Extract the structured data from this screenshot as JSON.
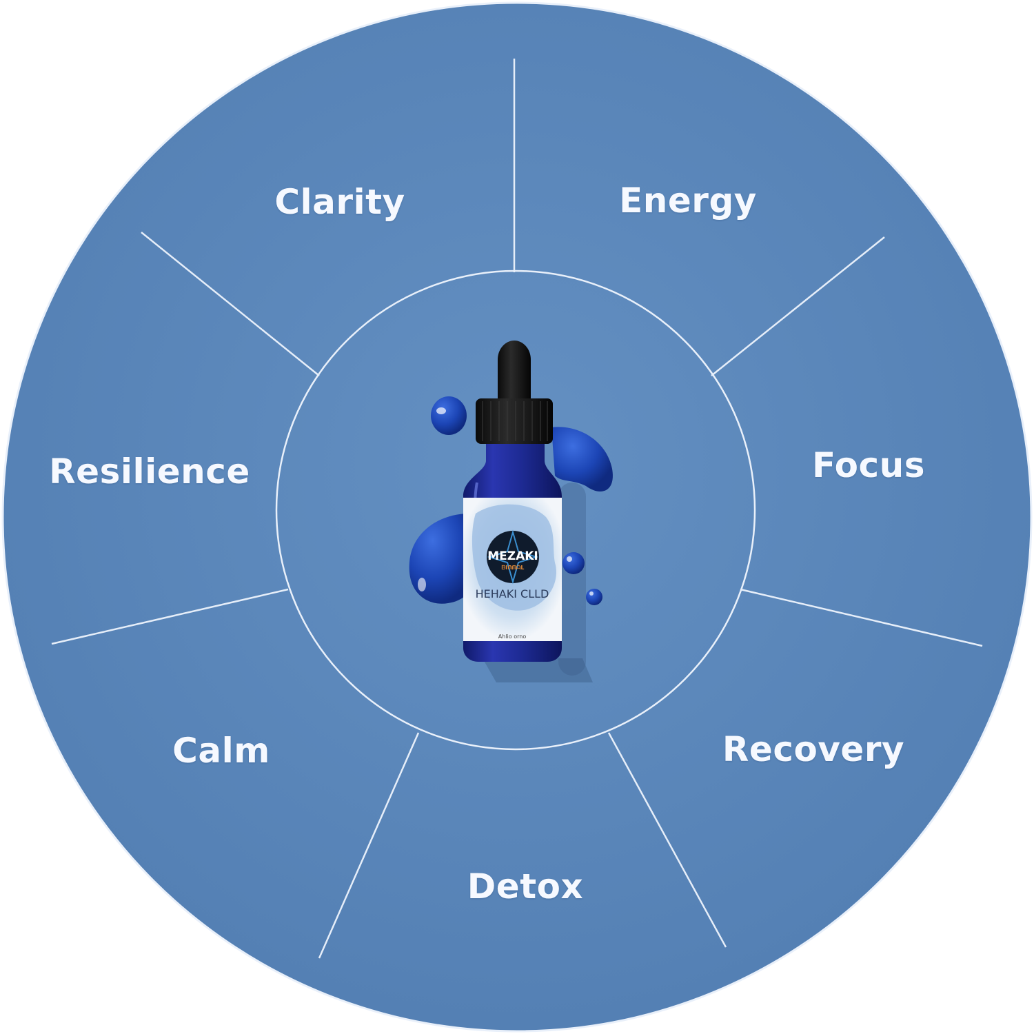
{
  "colors": {
    "wheel_fill": "#5a86b8",
    "wheel_stroke": "#e9f0fa",
    "label_text": "#f6f9ff",
    "bottle_glass": "#1d2a8f",
    "droplet": "#1f48b8"
  },
  "wheel": {
    "segments": [
      {
        "label": "Clarity"
      },
      {
        "label": "Energy"
      },
      {
        "label": "Focus"
      },
      {
        "label": "Recovery"
      },
      {
        "label": "Detox"
      },
      {
        "label": "Calm"
      },
      {
        "label": "Resilience"
      }
    ]
  },
  "product": {
    "brand": "MEZAKI",
    "subtitle": "ᗷIᑎᗰᗩᒪ",
    "name": "HEHAKI CLLD",
    "footer": "Ahlio orno"
  }
}
